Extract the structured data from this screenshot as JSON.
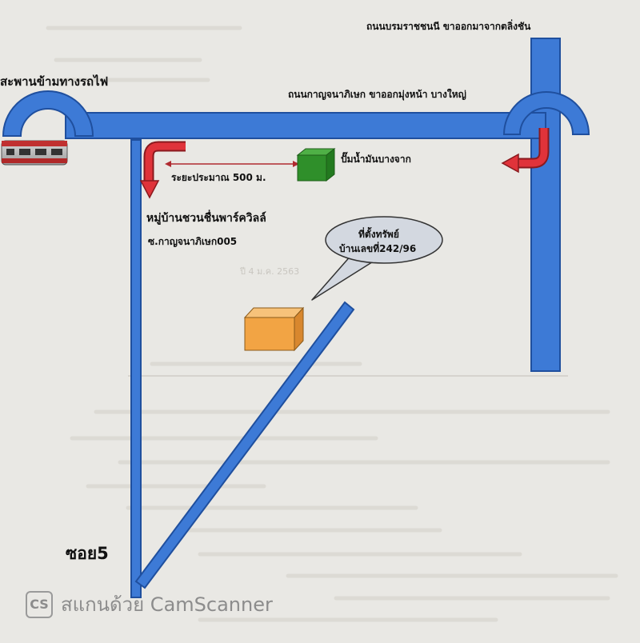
{
  "map": {
    "road_top_right": "ถนนบรมราชชนนี ขาออกมาจากตลิ่งชัน",
    "road_main": "ถนนกาญจนาภิเษก ขาออกมุ่งหน้า บางใหญ่",
    "bridge": "สะพานข้ามทางรถไฟ",
    "pump_station": "ปั๊มน้ำมันบางจาก",
    "distance": "ระยะประมาณ 500 ม.",
    "village": "หมู่บ้านชวนชื่นพาร์ควิลล์",
    "soi_name": "ซ.กาญจนาภิเษก005",
    "property_line1": "ที่ตั้งทรัพย์",
    "property_line2": "บ้านเลขที่242/96",
    "soi_bottom": "ซอย5"
  },
  "watermark": {
    "logo": "CS",
    "text": "สแกนด้วย CamScanner"
  },
  "colors": {
    "road": "#3d7ad6",
    "road_outline": "#1f4f9e",
    "arrow": "#e0333a",
    "pump": "#2f8f2a",
    "property": "#f2a444",
    "bubble": "#d3d8e0"
  }
}
